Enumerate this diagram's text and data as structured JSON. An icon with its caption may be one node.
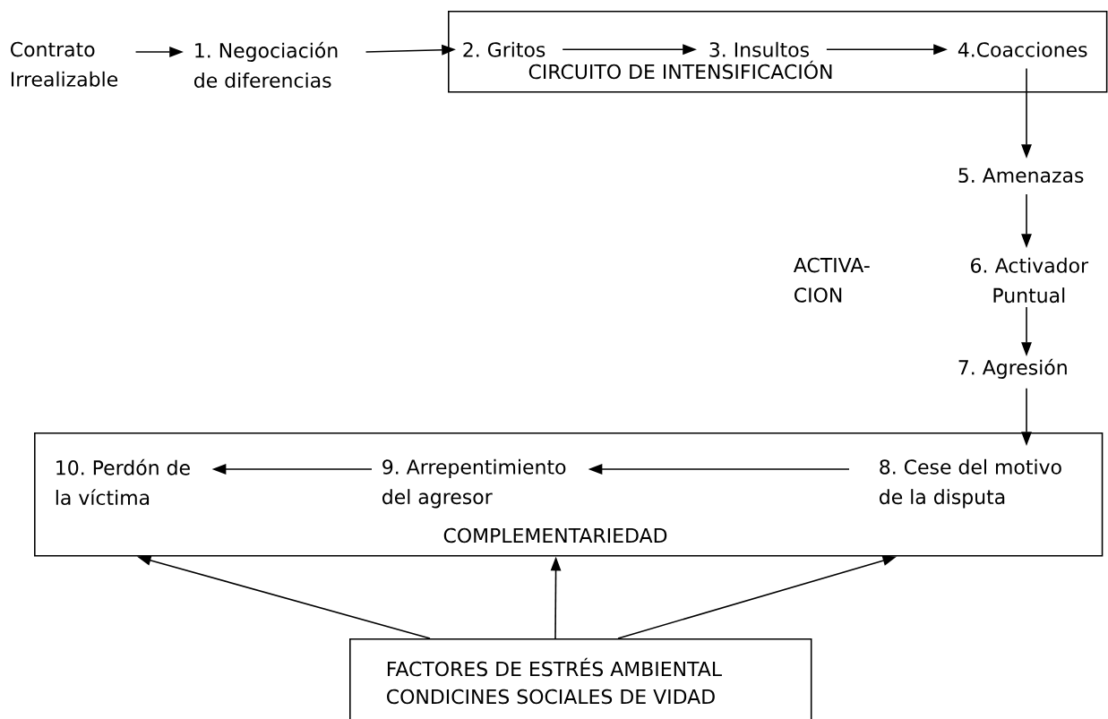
{
  "diagram": {
    "nodes": [
      {
        "text": [
          "Contrato Irrealizable"
        ]
      },
      {
        "text": [
          "1. Negociación de diferencias"
        ]
      },
      {
        "text": [
          "CIRCUITO DE INTENSIFICACIÓN"
        ]
      },
      {
        "text": [
          "2. Gritos"
        ],
        "in": 2
      },
      {
        "text": [
          "3. Insultos"
        ],
        "in": 2
      },
      {
        "text": [
          "4.Coacciones"
        ],
        "in": 2
      },
      {
        "text": [
          "5. Amenazas"
        ]
      },
      {
        "text": [
          "6. Activador Puntual"
        ]
      },
      {
        "text": [
          "7. Agresión"
        ]
      },
      {
        "text": [
          "COMPLEMENTARIEDAD"
        ]
      },
      {
        "text": [
          "8. Cese del motivo de la disputa"
        ],
        "in": 9
      },
      {
        "text": [
          "9. Arrepentimiento del agresor"
        ],
        "in": 9
      },
      {
        "text": [
          "10. Perdón de la víctima"
        ],
        "in": 9
      },
      {
        "text": [
          "FACTORES DE ESTRÉS AMBIENTAL",
          "CONDICINES SOCIALES DE VIDAD"
        ]
      }
    ],
    "edges": [
      {
        "from": 0,
        "to": 1,
        "arrow": "to"
      },
      {
        "from": 1,
        "to": 3,
        "arrow": "to"
      },
      {
        "from": 3,
        "to": 4,
        "arrow": "to"
      },
      {
        "from": 4,
        "to": 5,
        "arrow": "to"
      },
      {
        "from": 5,
        "to": 6,
        "arrow": "to"
      },
      {
        "from": 6,
        "to": 7,
        "arrow": "to"
      },
      {
        "from": 7,
        "to": 8,
        "arrow": "to"
      },
      {
        "from": 8,
        "to": 10,
        "arrow": "to"
      },
      {
        "from": 10,
        "to": 11,
        "arrow": "to"
      },
      {
        "from": 11,
        "to": 12,
        "arrow": "to"
      },
      {
        "from": 13,
        "to": 12,
        "arrow": "to"
      },
      {
        "from": 13,
        "to": 9,
        "arrow": "to"
      },
      {
        "from": 13,
        "to": 10,
        "arrow": "to"
      }
    ],
    "labels": [
      "ACTIVA- CION"
    ]
  }
}
